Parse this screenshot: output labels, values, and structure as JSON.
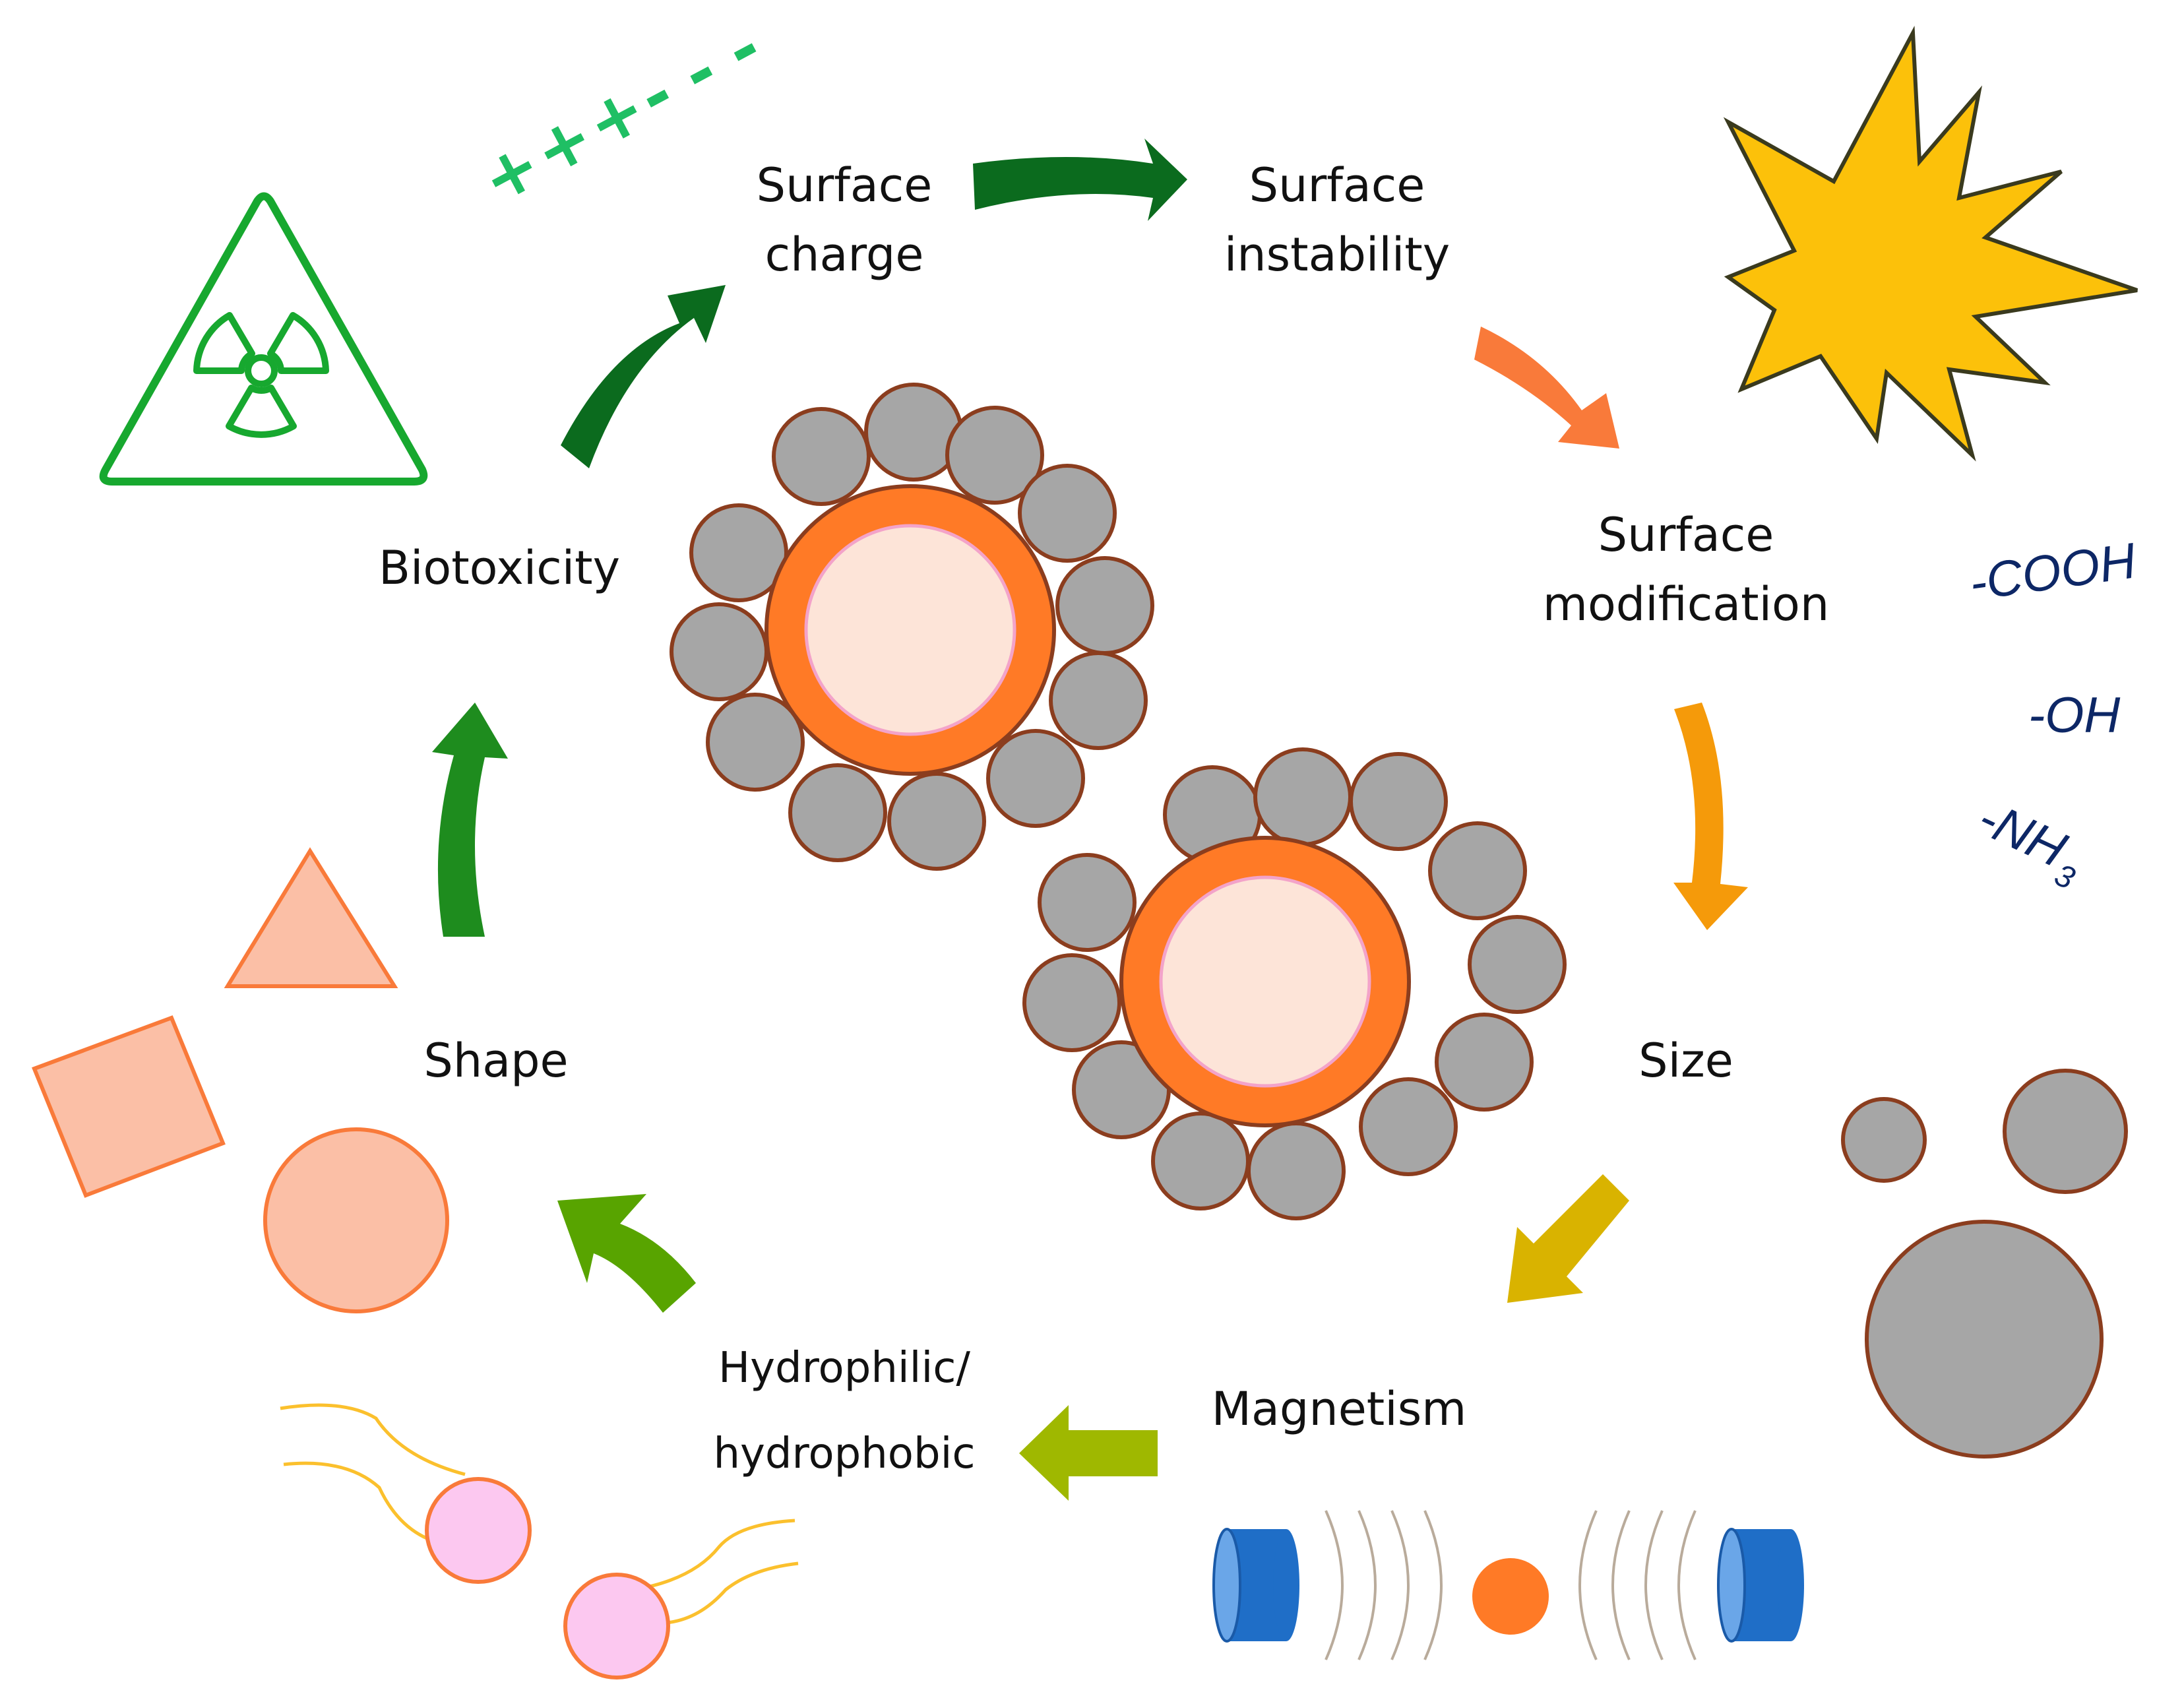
{
  "labels": {
    "surface_charge": [
      "Surface",
      "charge"
    ],
    "surface_instability": [
      "Surface",
      "instability"
    ],
    "surface_modification": [
      "Surface",
      "modification"
    ],
    "size": "Size",
    "magnetism": "Magnetism",
    "hydrophilic": [
      "Hydrophilic/",
      "hydrophobic"
    ],
    "shape": "Shape",
    "biotoxicity": "Biotoxicity"
  },
  "charge_signs": [
    "+",
    "+",
    "+",
    "-",
    "-",
    "-"
  ],
  "functional_groups": {
    "cooh": "-COOH",
    "oh": "-OH",
    "nh3": "-NH",
    "nh3_sub": "3"
  },
  "colors": {
    "arrow_dark_green": "#0b6b1e",
    "arrow_green": "#1e8c1e",
    "arrow_light_green": "#58a400",
    "arrow_olive": "#9fb800",
    "arrow_gold": "#d9b300",
    "arrow_amber": "#f59a0a",
    "arrow_orange": "#f97a3a",
    "core_orange": "#ff7a26",
    "core_inner": "#fde4d8",
    "shell_gray": "#a6a6a6",
    "shell_outline": "#8b3d1e",
    "star_yellow": "#fcc10a",
    "shape_salmon": "#fbbfa6",
    "hydro_pink": "#fcc8f0",
    "hydro_tail": "#fbc02d",
    "magnet_blue": "#1f6ec7"
  },
  "icons": [
    "radiation-warning-icon",
    "explosion-star-icon",
    "nanoparticle-icon",
    "magnet-icon",
    "triangle-shape-icon",
    "square-shape-icon",
    "circle-shape-icon",
    "amphiphile-icon"
  ]
}
